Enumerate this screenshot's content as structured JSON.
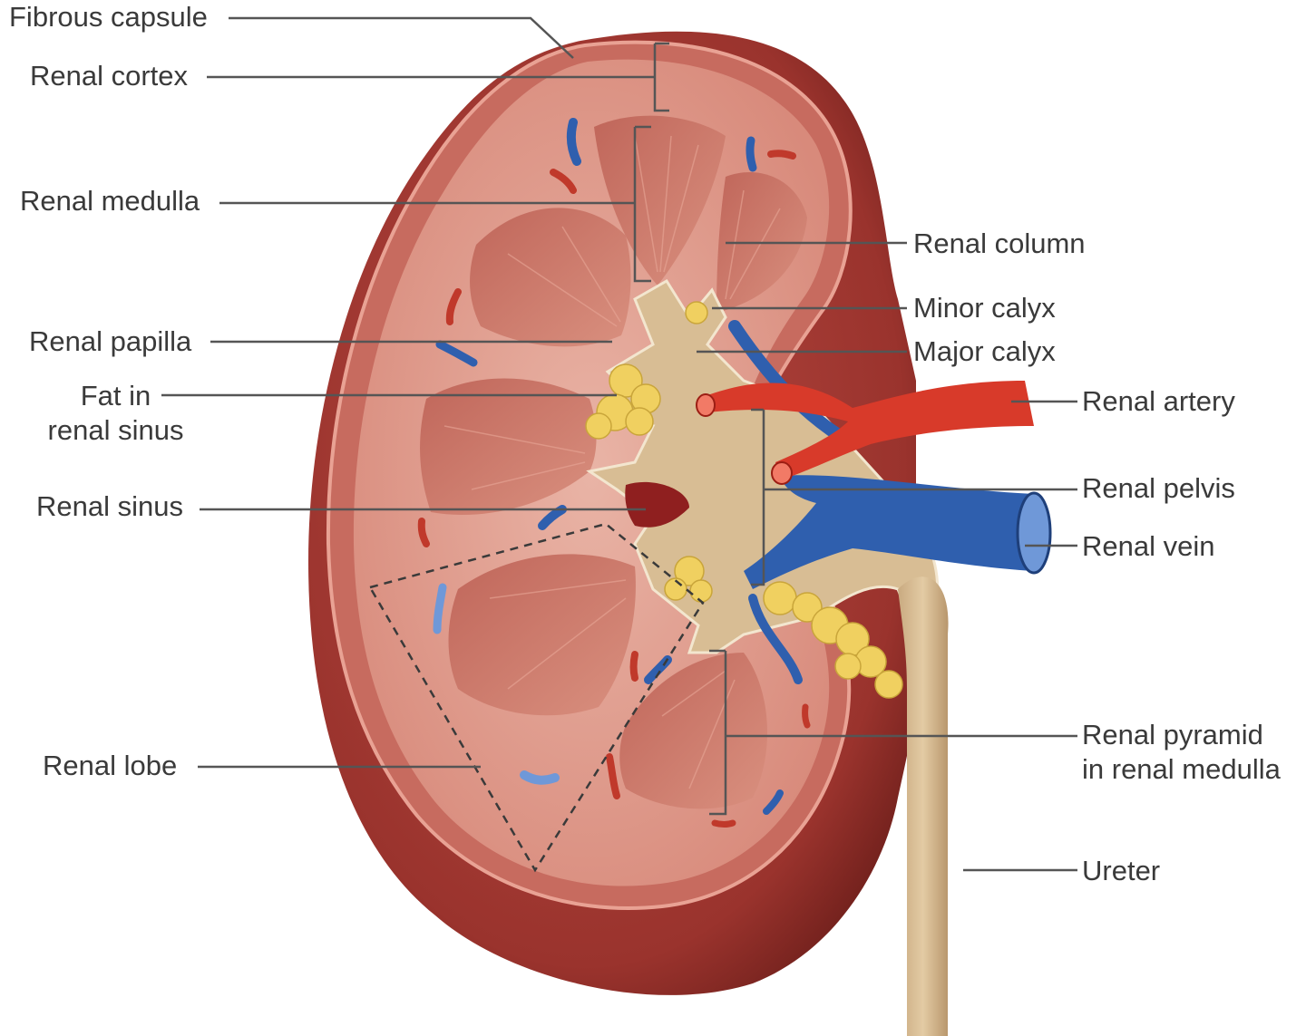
{
  "labels": {
    "fibrous_capsule": "Fibrous capsule",
    "renal_cortex": "Renal cortex",
    "renal_medulla": "Renal medulla",
    "renal_papilla": "Renal papilla",
    "fat_in_renal_sinus_line1": "Fat in",
    "fat_in_renal_sinus_line2": "renal sinus",
    "renal_sinus": "Renal sinus",
    "renal_lobe": "Renal lobe",
    "renal_column": "Renal column",
    "minor_calyx": "Minor calyx",
    "major_calyx": "Major calyx",
    "renal_artery": "Renal artery",
    "renal_pelvis": "Renal pelvis",
    "renal_vein": "Renal vein",
    "renal_pyramid_line1": "Renal pyramid",
    "renal_pyramid_line2": "in renal medulla",
    "ureter": "Ureter"
  },
  "colors": {
    "capsule": "#a63a34",
    "capsule_dark": "#7f2420",
    "cortex": "#d98a7c",
    "pyramid": "#c46a5c",
    "pelvis": "#d8bd94",
    "fat": "#f0d060",
    "artery": "#d83a2a",
    "vein": "#2f5fae",
    "leader": "#555555"
  }
}
